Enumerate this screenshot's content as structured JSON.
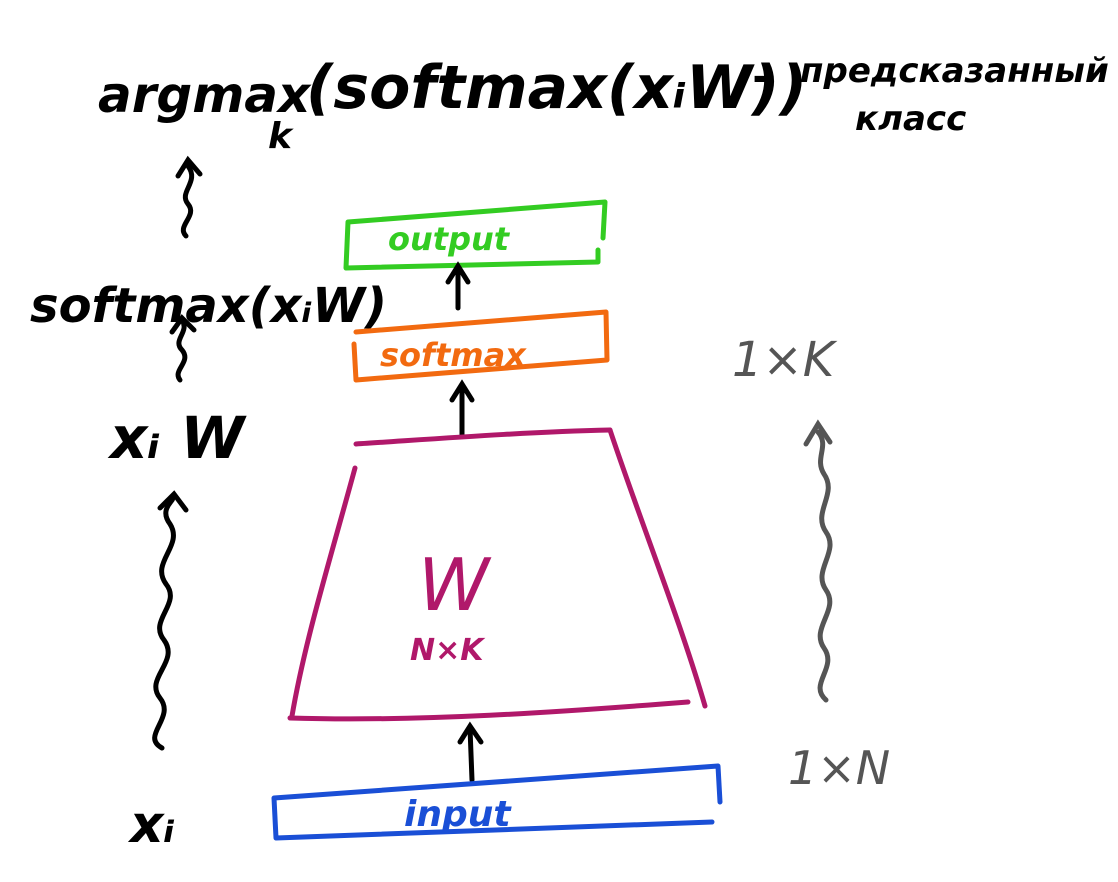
{
  "header": {
    "formula": "argmax",
    "subscript": "k",
    "inner": "(softmax(xᵢW))",
    "dash": "–",
    "note_line1": "предсказанный",
    "note_line2": "класс"
  },
  "left": {
    "softmax_expr": "softmax(xᵢW)",
    "product_expr": "xᵢ W",
    "input_var": "xᵢ"
  },
  "boxes": {
    "output": "output",
    "softmax": "softmax",
    "input": "input"
  },
  "weights": {
    "label": "W",
    "shape": "N×K"
  },
  "right": {
    "top_shape": "1×K",
    "bottom_shape": "1×N"
  },
  "colors": {
    "ink": "#000000",
    "output": "#33cc22",
    "softmax": "#f26a10",
    "weights": "#b0186a",
    "input": "#1a4fd6",
    "shape_note": "#555555"
  }
}
